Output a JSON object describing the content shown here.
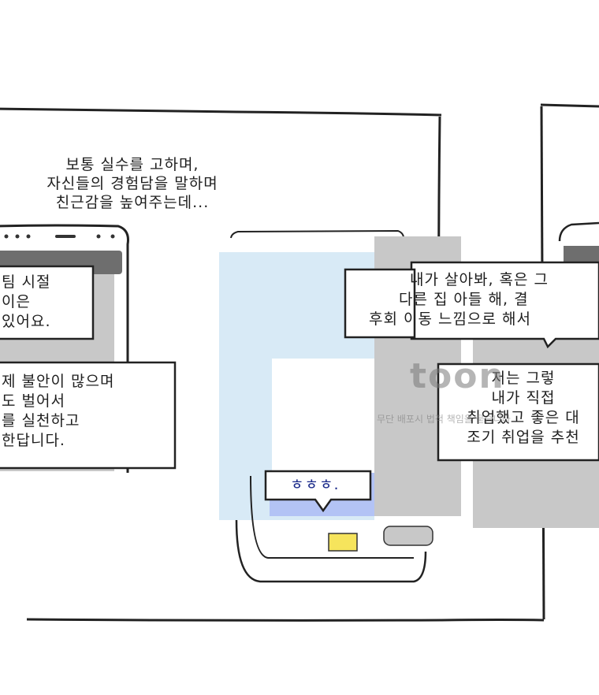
{
  "panel": {
    "caption": [
      "보통 실수를 고하며,",
      "자신들의 경험담을 말하며",
      "친근감을 높여주는데..."
    ]
  },
  "left_phone": {
    "bubble_top": [
      "팀 시절",
      "이은",
      "있어요."
    ],
    "bubble_bottom": [
      "제 불안이 많으며",
      "도 벌어서",
      "를 실천하고",
      "한답니다."
    ]
  },
  "center_phone": {
    "reply_bubble": "ㅎㅎㅎ."
  },
  "right_phone": {
    "bubble_top": [
      "내가 살아봐, 혹은 그",
      "다른 집 아들 해, 결",
      "후회 이동 느낌으로 해서"
    ],
    "bubble_bottom": [
      "저는 그렇",
      "내가 직접",
      "취업했고 좋은 대",
      "조기 취업을 추천"
    ]
  },
  "watermark": {
    "logo": "toon",
    "line": "무단 배포시 법적 책임을 묻습니다"
  },
  "colors": {
    "light_blue": "#d8eaf6",
    "blue_highlight": "#b3c3f5",
    "gray_screen": "#c8c8c8",
    "dark_gray": "#6e6e6e",
    "yellow_key": "#f6e45c",
    "ink": "#1e1e1e"
  }
}
